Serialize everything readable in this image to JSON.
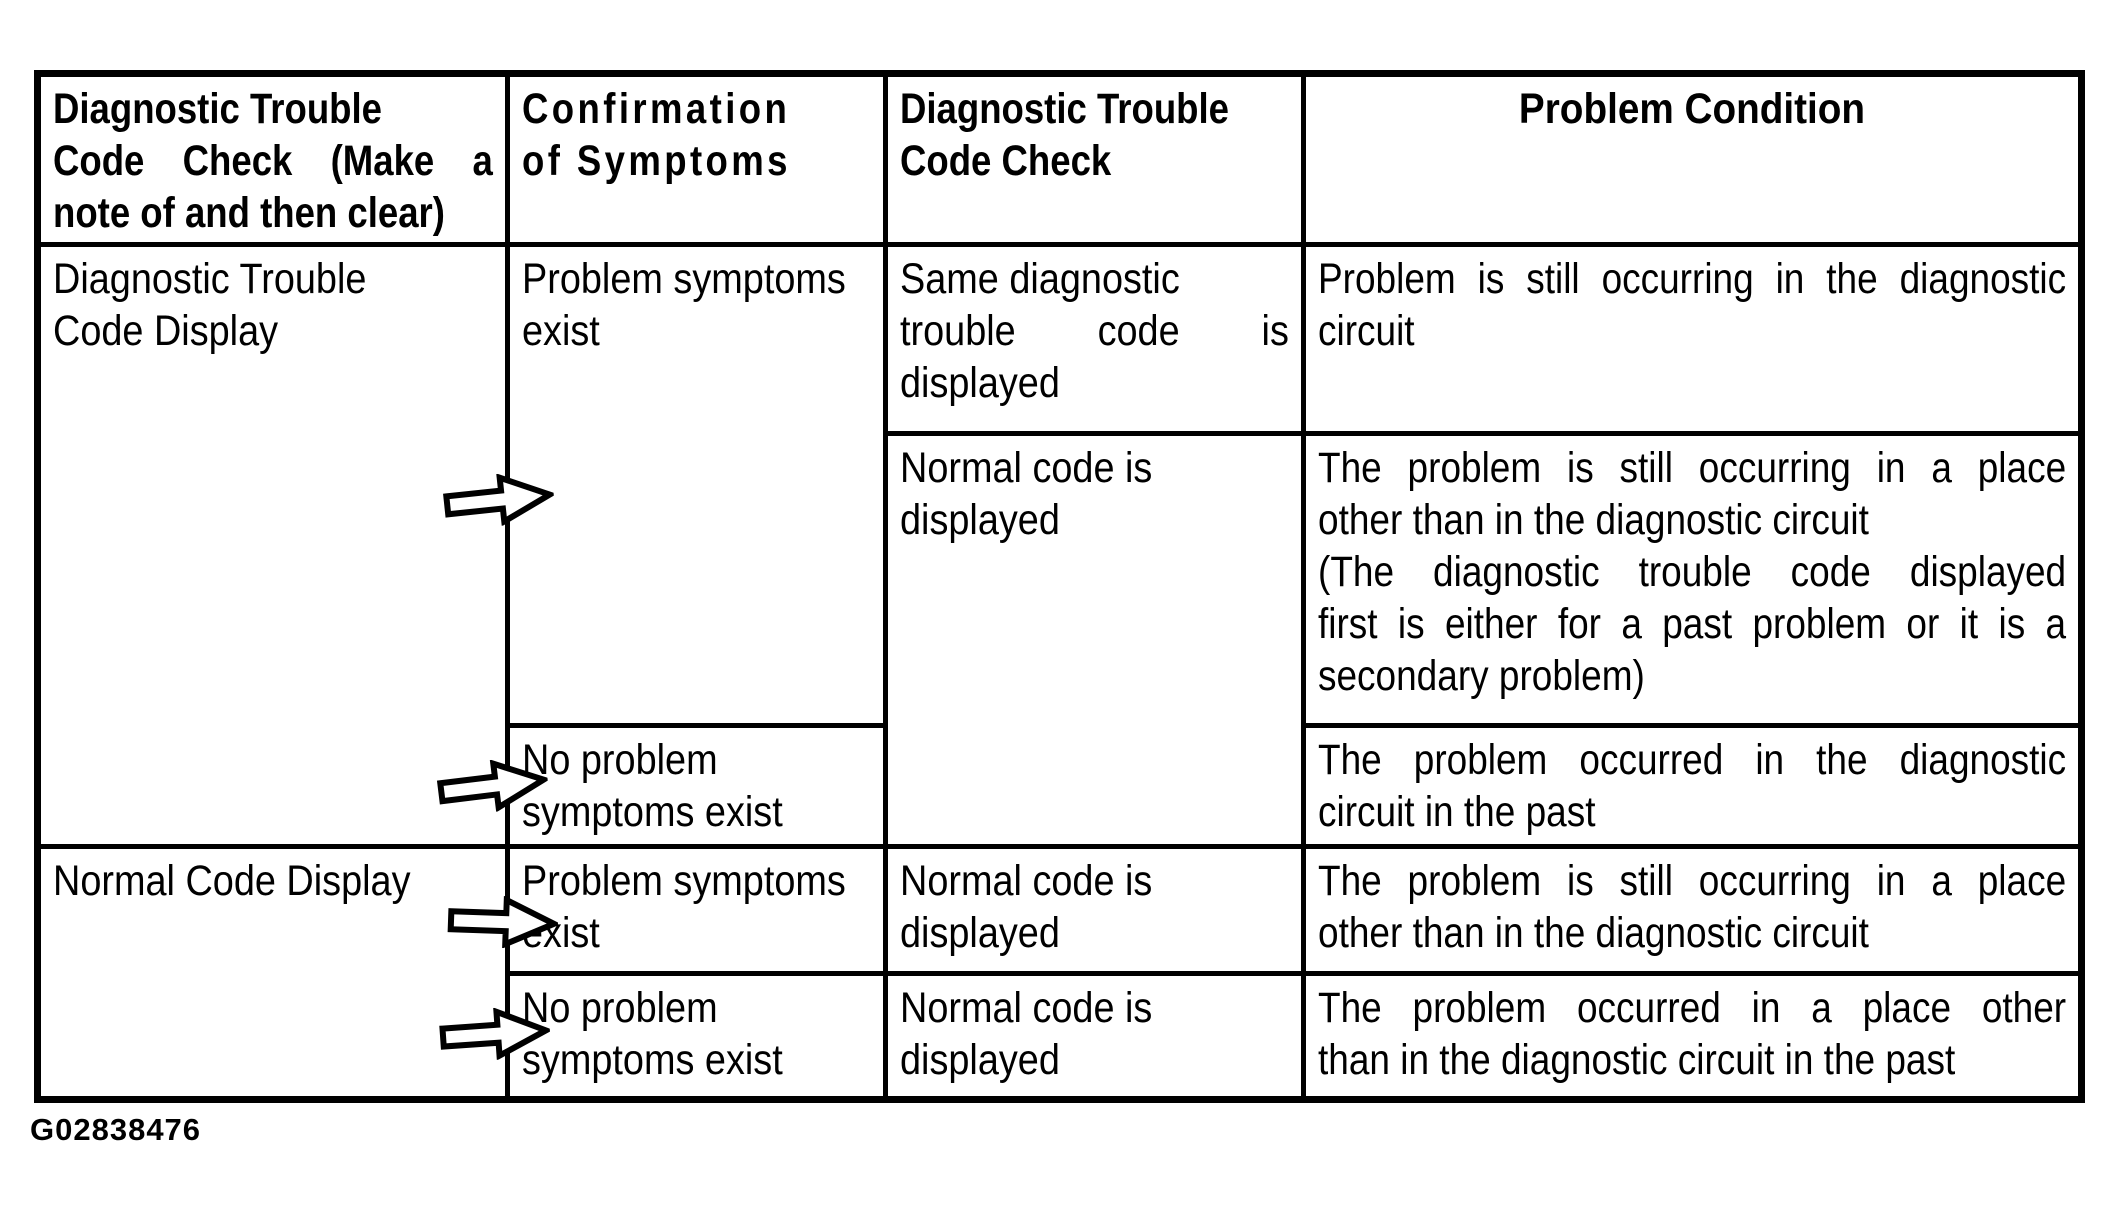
{
  "figure_caption": "G02838476",
  "icons": {
    "flow_arrow": "right-arrow"
  },
  "colors": {
    "ink": "#000000",
    "paper": "#ffffff"
  },
  "table": {
    "header": {
      "col1": {
        "paras": [
          [
            "Diagnostic Trouble"
          ],
          [
            "Code Check (Make a",
            "note of and then clear)"
          ]
        ]
      },
      "col2": {
        "paras": [
          [
            "Confirmation",
            "of Symptoms"
          ]
        ]
      },
      "col3": {
        "paras": [
          [
            "Diagnostic Trouble",
            "Code Check"
          ]
        ]
      },
      "col4": {
        "paras": [
          [
            "Problem Condition"
          ]
        ]
      }
    },
    "body": {
      "dtc_display_label": {
        "paras": [
          [
            "Diagnostic Trouble",
            "Code Display"
          ]
        ]
      },
      "normal_display_label": {
        "paras": [
          [
            "Normal Code Display"
          ]
        ]
      },
      "r1_symptoms": {
        "paras": [
          [
            "Problem symptoms",
            "exist"
          ]
        ]
      },
      "r1_check": {
        "paras": [
          [
            "Same diagnostic"
          ],
          [
            "trouble code is",
            "displayed"
          ]
        ]
      },
      "r1_condition": {
        "paras": [
          [
            "Problem is still occurring in the diagnostic",
            "circuit"
          ]
        ]
      },
      "r2_check": {
        "paras": [
          [
            "Normal code is",
            "displayed"
          ]
        ]
      },
      "r2_condition": {
        "paras": [
          [
            "The problem is still occurring in a place",
            "other than in the diagnostic circuit"
          ],
          [
            "(The diagnostic trouble code displayed",
            "first is either for a past problem or it is a",
            "secondary problem)"
          ]
        ]
      },
      "r3_symptoms": {
        "paras": [
          [
            "No problem",
            "symptoms exist"
          ]
        ]
      },
      "r3_condition": {
        "paras": [
          [
            "The problem occurred in the diagnostic",
            "circuit in the past"
          ]
        ]
      },
      "r4_symptoms": {
        "paras": [
          [
            "Problem symptoms",
            "exist"
          ]
        ]
      },
      "r4_check": {
        "paras": [
          [
            "Normal code is",
            "displayed"
          ]
        ]
      },
      "r4_condition": {
        "paras": [
          [
            "The problem is still occurring in a place",
            "other than in the diagnostic circuit"
          ]
        ]
      },
      "r5_symptoms": {
        "paras": [
          [
            "No problem",
            "symptoms exist"
          ]
        ]
      },
      "r5_check": {
        "paras": [
          [
            "Normal code is",
            "displayed"
          ]
        ]
      },
      "r5_condition": {
        "paras": [
          [
            "The problem occurred in a place other",
            "than in the diagnostic circuit in the past"
          ]
        ]
      }
    }
  }
}
